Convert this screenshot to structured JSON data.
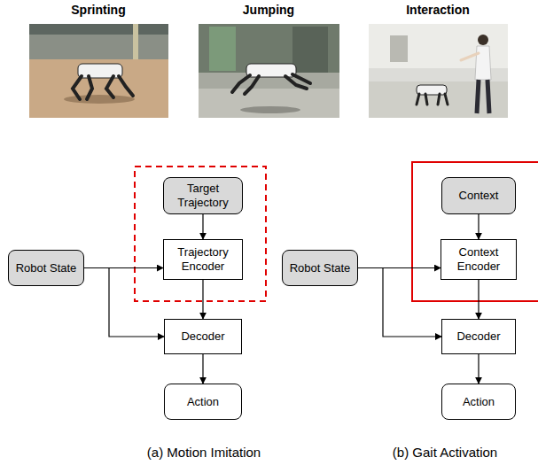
{
  "diagram": {
    "nodes": [
      {
        "text": [
          "Robot State"
        ]
      },
      {
        "text": [
          "Target Trajectory"
        ]
      },
      {
        "text": [
          "Trajectory Encoder"
        ]
      },
      {
        "text": [
          "Decoder"
        ]
      },
      {
        "text": [
          "Action"
        ]
      },
      {
        "text": [
          "Robot State"
        ]
      },
      {
        "text": [
          "Context"
        ]
      },
      {
        "text": [
          "Context Encoder"
        ]
      },
      {
        "text": [
          "Decoder"
        ]
      },
      {
        "text": [
          "Action"
        ]
      }
    ],
    "edges": [
      {
        "from": 1,
        "to": 2,
        "arrow": "to"
      },
      {
        "from": 0,
        "to": 2,
        "arrow": "to"
      },
      {
        "from": 0,
        "to": 3,
        "arrow": "to"
      },
      {
        "from": 2,
        "to": 3,
        "arrow": "to"
      },
      {
        "from": 3,
        "to": 4,
        "arrow": "to"
      },
      {
        "from": 6,
        "to": 7,
        "arrow": "to"
      },
      {
        "from": 5,
        "to": 7,
        "arrow": "to"
      },
      {
        "from": 5,
        "to": 8,
        "arrow": "to"
      },
      {
        "from": 7,
        "to": 8,
        "arrow": "to"
      },
      {
        "from": 8,
        "to": 9,
        "arrow": "to"
      }
    ],
    "labels": [
      "Sprinting",
      "Jumping",
      "Interaction",
      "(a) Motion Imitation",
      "(b) Gait Activation"
    ]
  }
}
